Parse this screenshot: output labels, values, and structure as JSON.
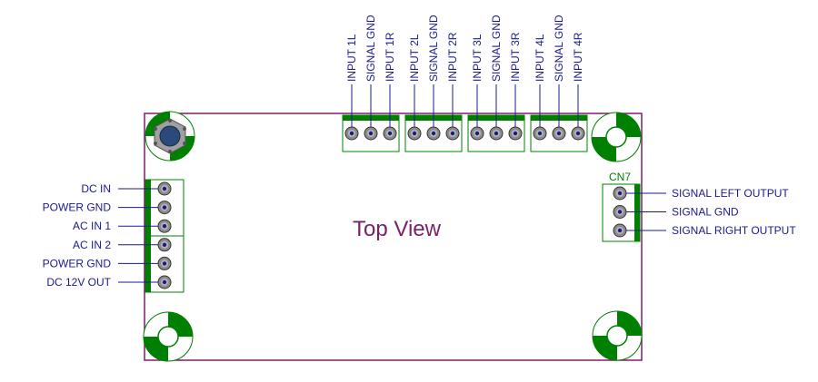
{
  "diagram": {
    "title": "Top View",
    "connector_cn7_label": "CN7",
    "left_pins": [
      "DC IN",
      "POWER GND",
      "AC IN 1",
      "AC IN 2",
      "POWER GND",
      "DC 12V OUT"
    ],
    "right_pins": [
      "SIGNAL LEFT OUTPUT",
      "SIGNAL GND",
      "SIGNAL RIGHT OUTPUT"
    ],
    "top_groups": [
      [
        "INPUT 1L",
        "SIGNAL GND",
        "INPUT 1R"
      ],
      [
        "INPUT 2L",
        "SIGNAL GND",
        "INPUT 2R"
      ],
      [
        "INPUT 3L",
        "SIGNAL GND",
        "INPUT 3R"
      ],
      [
        "INPUT 4L",
        "SIGNAL GND",
        "INPUT 4R"
      ]
    ],
    "colors": {
      "board_outline": "#7a1f6a",
      "connector_green": "#008000",
      "label_blue": "#1a1a8c",
      "pin_grey": "#8c8c8c"
    }
  }
}
